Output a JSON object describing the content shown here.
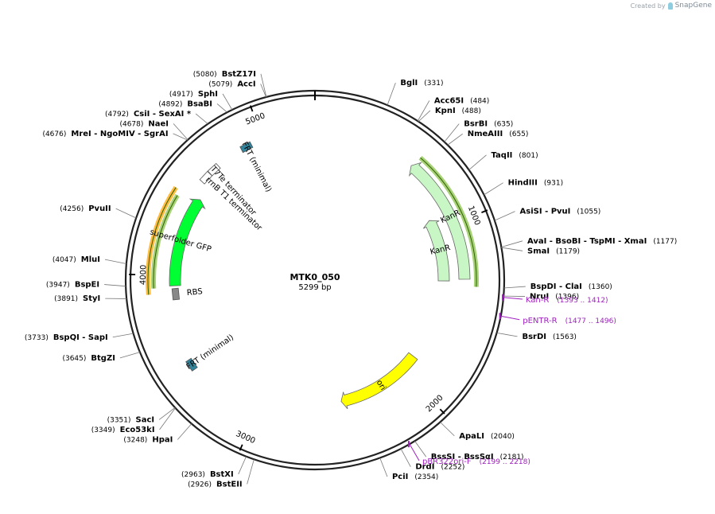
{
  "credit": {
    "prefix": "Created by",
    "brand": "SnapGene"
  },
  "plasmid": {
    "name": "MTK0_050",
    "length": 5299,
    "length_label": "5299 bp"
  },
  "ticks": [
    {
      "pos": 1000,
      "label": "1000"
    },
    {
      "pos": 2000,
      "label": "2000"
    },
    {
      "pos": 3000,
      "label": "3000"
    },
    {
      "pos": 4000,
      "label": "4000"
    },
    {
      "pos": 5000,
      "label": "5000"
    }
  ],
  "features": [
    {
      "name": "KanR",
      "label": "KanR",
      "start": 920,
      "end": 1330,
      "direction": "ccw",
      "track": "inner",
      "color": "#c8f7c5"
    },
    {
      "name": "KanR",
      "label": "KanR",
      "start": 590,
      "end": 1320,
      "direction": "ccw",
      "track": "mid",
      "color": "#c8f7c5"
    },
    {
      "name": "ori",
      "label": "ori",
      "start": 1880,
      "end": 2470,
      "direction": "cw",
      "track": "mid",
      "color": "#ffff00"
    },
    {
      "name": "superfolder GFP",
      "label": "superfolder GFP",
      "start": 3940,
      "end": 4490,
      "direction": "cw",
      "track": "inner",
      "color": "#00ff33"
    },
    {
      "name": "RBS",
      "label": "RBS",
      "start": 3880,
      "end": 3900,
      "direction": "none",
      "track": "inner",
      "color": "#888888"
    },
    {
      "name": "rrnB T1 terminator",
      "label": "rrnB T1 terminator",
      "start": 4590,
      "end": 4630,
      "direction": "none",
      "track": "mid",
      "color": "#ffffff"
    },
    {
      "name": "T7Te terminator",
      "label": "T7Te terminator",
      "start": 4660,
      "end": 4690,
      "direction": "none",
      "track": "mid",
      "color": "#ffffff"
    },
    {
      "name": "FRT (minimal)",
      "label": "FRT (minimal)",
      "start": 4880,
      "end": 4915,
      "direction": "none",
      "track": "mid",
      "color": "#31849b"
    },
    {
      "name": "FRT (minimal)",
      "label": "FRT (minimal)",
      "start": 3450,
      "end": 3485,
      "direction": "none",
      "track": "mid",
      "color": "#31849b"
    }
  ],
  "outer_bands": [
    {
      "start": 600,
      "end": 1360,
      "color": "#8bc34a",
      "side": "right"
    },
    {
      "start": 3900,
      "end": 4470,
      "color": "#ffa500",
      "side": "left"
    },
    {
      "start": 3930,
      "end": 4440,
      "color": "#8bc34a",
      "side": "left"
    }
  ],
  "sites": [
    {
      "name": "BglI",
      "pos": 331,
      "pos_label": "(331)"
    },
    {
      "name": "Acc65I",
      "pos": 484,
      "pos_label": "(484)"
    },
    {
      "name": "KpnI",
      "pos": 488,
      "pos_label": "(488)"
    },
    {
      "name": "BsrBI",
      "pos": 635,
      "pos_label": "(635)"
    },
    {
      "name": "NmeAIII",
      "pos": 655,
      "pos_label": "(655)"
    },
    {
      "name": "TaqII",
      "pos": 801,
      "pos_label": "(801)"
    },
    {
      "name": "HindIII",
      "pos": 931,
      "pos_label": "(931)"
    },
    {
      "name": "AsiSI  -  PvuI",
      "pos": 1055,
      "pos_label": "(1055)"
    },
    {
      "name": "AvaI  -  BsoBI  -  TspMI  -  XmaI",
      "pos": 1177,
      "pos_label": "(1177)"
    },
    {
      "name": "SmaI",
      "pos": 1179,
      "pos_label": "(1179)"
    },
    {
      "name": "BspDI  -  ClaI",
      "pos": 1360,
      "pos_label": "(1360)"
    },
    {
      "name": "NruI",
      "pos": 1396,
      "pos_label": "(1396)"
    },
    {
      "name": "BsrDI",
      "pos": 1563,
      "pos_label": "(1563)"
    },
    {
      "name": "ApaLI",
      "pos": 2040,
      "pos_label": "(2040)"
    },
    {
      "name": "BssSI  -  BssSαI",
      "pos": 2181,
      "pos_label": "(2181)"
    },
    {
      "name": "DrdI",
      "pos": 2252,
      "pos_label": "(2252)"
    },
    {
      "name": "PciI",
      "pos": 2354,
      "pos_label": "(2354)"
    },
    {
      "name": "BstEII",
      "pos": 2926,
      "pos_label": "(2926)"
    },
    {
      "name": "BstXI",
      "pos": 2963,
      "pos_label": "(2963)"
    },
    {
      "name": "HpaI",
      "pos": 3248,
      "pos_label": "(3248)"
    },
    {
      "name": "Eco53kI",
      "pos": 3349,
      "pos_label": "(3349)"
    },
    {
      "name": "SacI",
      "pos": 3351,
      "pos_label": "(3351)"
    },
    {
      "name": "BtgZI",
      "pos": 3645,
      "pos_label": "(3645)"
    },
    {
      "name": "BspQI  -  SapI",
      "pos": 3733,
      "pos_label": "(3733)"
    },
    {
      "name": "StyI",
      "pos": 3891,
      "pos_label": "(3891)"
    },
    {
      "name": "BspEI",
      "pos": 3947,
      "pos_label": "(3947)"
    },
    {
      "name": "MluI",
      "pos": 4047,
      "pos_label": "(4047)"
    },
    {
      "name": "PvuII",
      "pos": 4256,
      "pos_label": "(4256)"
    },
    {
      "name": "MreI  -  NgoMIV  -  SgrAI",
      "pos": 4676,
      "pos_label": "(4676)"
    },
    {
      "name": "NaeI",
      "pos": 4678,
      "pos_label": "(4678)"
    },
    {
      "name": "CsiI  -  SexAI  *",
      "pos": 4792,
      "pos_label": "(4792)"
    },
    {
      "name": "BsaBI",
      "pos": 4892,
      "pos_label": "(4892)"
    },
    {
      "name": "SphI",
      "pos": 4917,
      "pos_label": "(4917)"
    },
    {
      "name": "AccI",
      "pos": 5079,
      "pos_label": "(5079)"
    },
    {
      "name": "BstZ17I",
      "pos": 5080,
      "pos_label": "(5080)"
    }
  ],
  "primers": [
    {
      "name": "Kan-R",
      "range_label": "(1393 .. 1412)",
      "pos": 1402
    },
    {
      "name": "pENTR-R",
      "range_label": "(1477 .. 1496)",
      "pos": 1486
    },
    {
      "name": "pBR322ori-F",
      "range_label": "(2199 .. 2218)",
      "pos": 2208
    }
  ]
}
